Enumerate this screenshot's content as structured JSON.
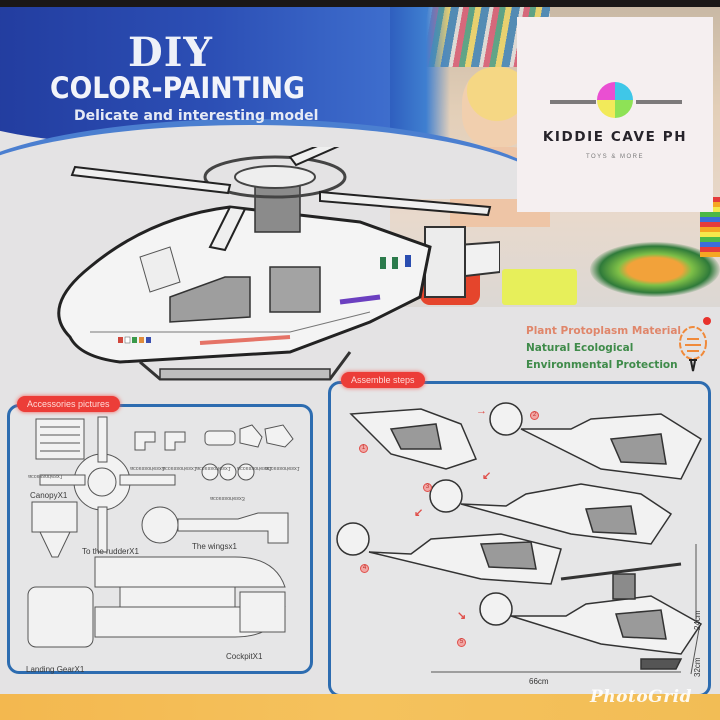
{
  "header": {
    "title_top": "DIY",
    "title_main": "COLOR-PAINTING",
    "subtitle": "Delicate and interesting model"
  },
  "logo": {
    "name": "KIDDIE CAVE PH",
    "tagline": "TOYS & MORE",
    "icon": "puzzle-brain-icon"
  },
  "features": {
    "line1": "Plant Protoplasm Material",
    "line2": "Natural Ecological",
    "line3": "Environmental Protection"
  },
  "accessories": {
    "tag": "Accessories pictures",
    "labels": {
      "acc1": "accessoriesx1",
      "acc2": "accessoriesx1",
      "acc3": "accessoriesx1",
      "acc4": "accessoriesx1",
      "acc5": "accessoriesx1",
      "acc6": "accessoriesx1",
      "acc7": "accessoriesx3",
      "canopy": "CanopyX1",
      "rudder": "To the rudderX1",
      "wings": "The wingsx1",
      "landing": "Landing GearX1",
      "cockpit": "CockpitX1"
    }
  },
  "assemble": {
    "tag": "Assemble steps",
    "steps": [
      "1",
      "2",
      "3",
      "4",
      "5"
    ],
    "dimensions": {
      "length": "66cm",
      "height": "24cm",
      "width": "32cm"
    }
  },
  "colors": {
    "banner_blue": "#2c4fb5",
    "panel_border": "#2d6cb0",
    "tag_red": "#ec3d38",
    "eco_orange": "#e0866a",
    "eco_green": "#3f8b4a",
    "bottom_band": "#f5c25d"
  },
  "watermark": "PhotoGrid"
}
